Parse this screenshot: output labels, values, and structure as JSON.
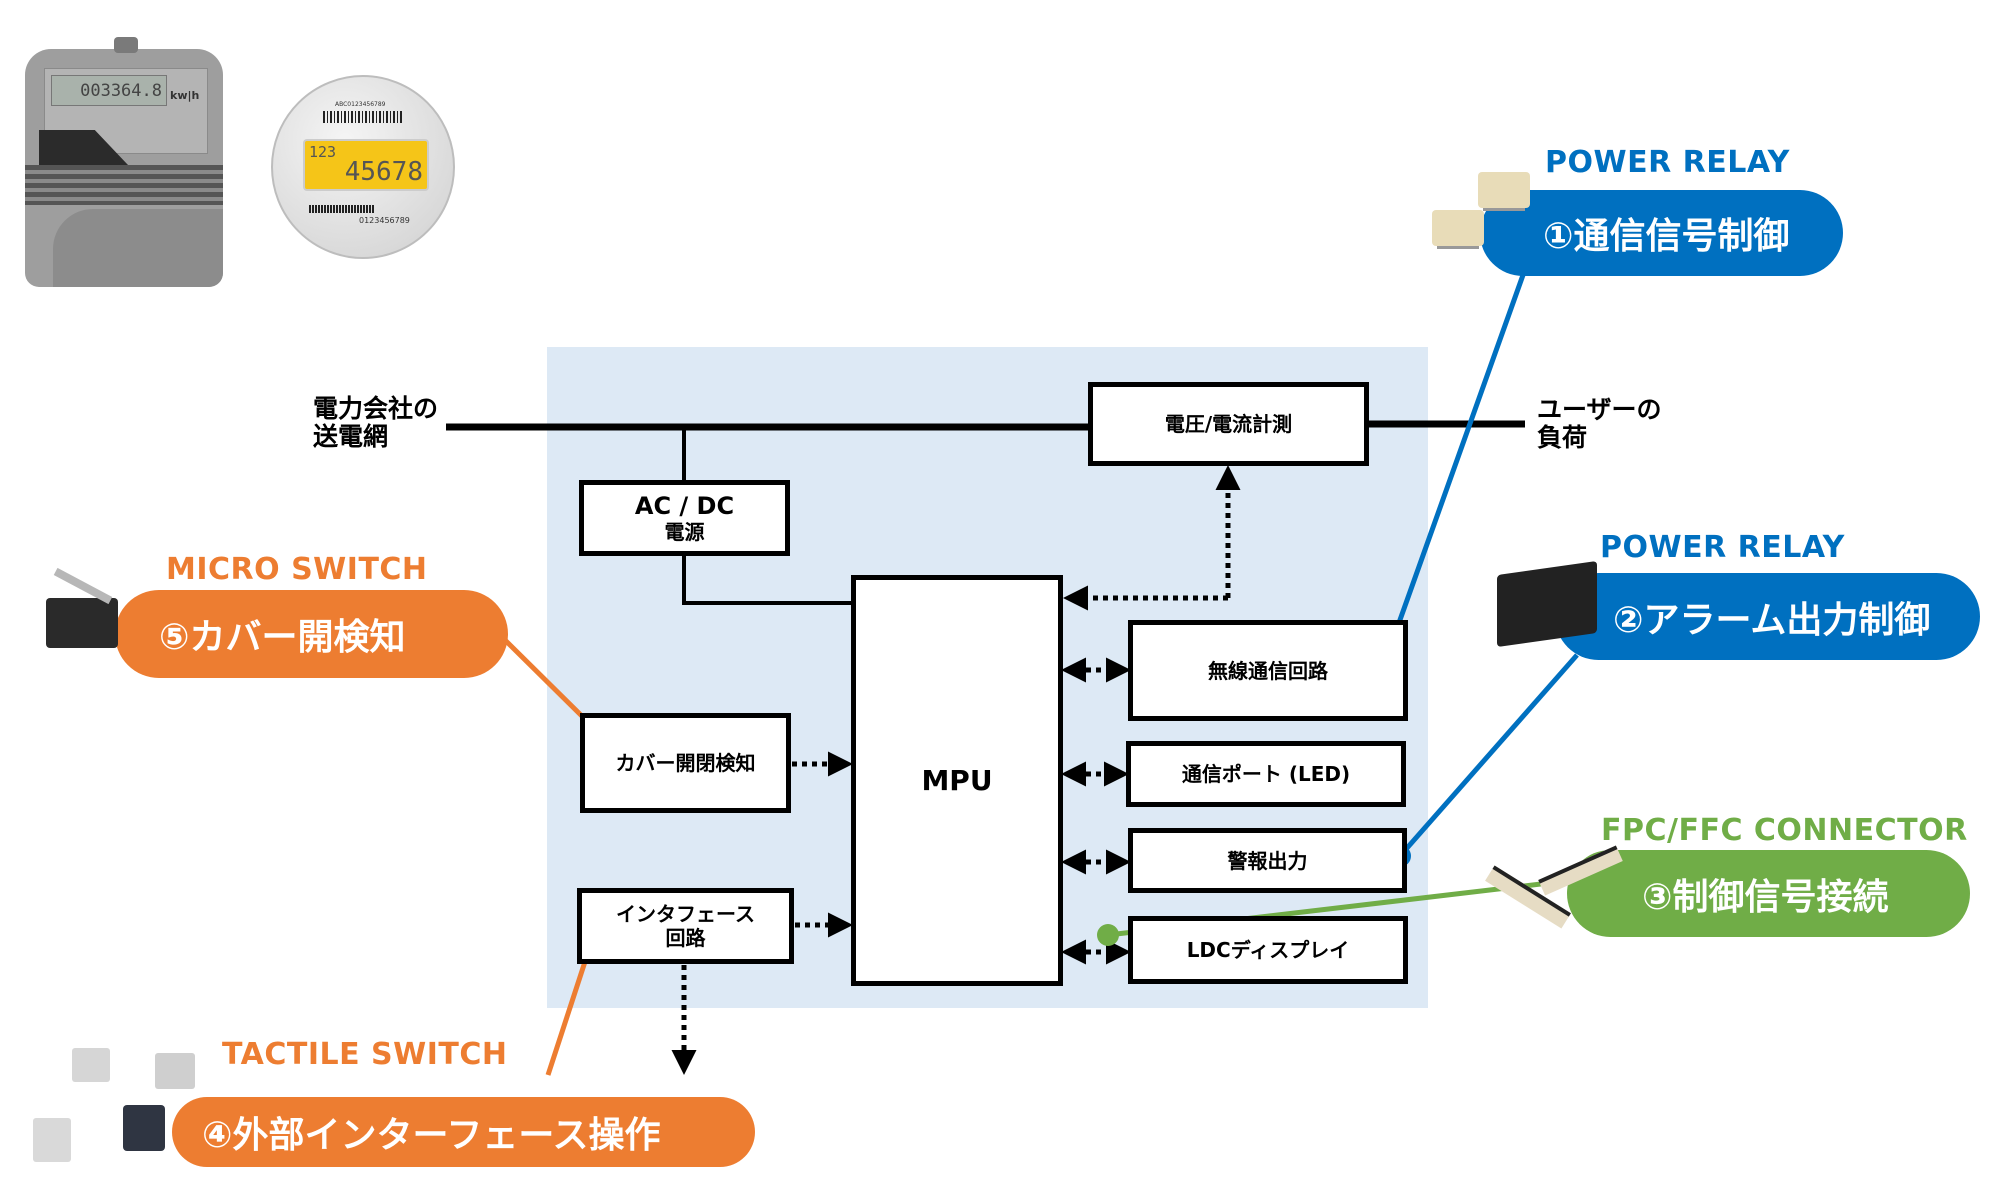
{
  "colors": {
    "blue": "#0070c0",
    "orange": "#ed7d31",
    "green": "#70ad47",
    "panel": "#dde9f5",
    "lcd_yellow": "#f5c518"
  },
  "meters": {
    "analog": {
      "reading": "003364.8",
      "unit": "kw|h"
    },
    "smart": {
      "top_code": "ABC0123456789",
      "line1": "123",
      "line2": "45678",
      "serial": "0123456789"
    }
  },
  "grid": {
    "source_label_line1": "電力会社の",
    "source_label_line2": "送電網",
    "load_label_line1": "ユーザーの",
    "load_label_line2": "負荷"
  },
  "blocks": {
    "acdc_line1": "AC / DC",
    "acdc_line2": "電源",
    "meter": "電圧/電流計測",
    "mpu": "MPU",
    "cover": "カバー開閉検知",
    "interface_line1": "インタフェース",
    "interface_line2": "回路",
    "wireless": "無線通信回路",
    "comm_port": "通信ポート (LED)",
    "alarm": "警報出力",
    "display": "LDCディスプレイ"
  },
  "callouts": [
    {
      "category": "POWER RELAY",
      "label": "①通信信号制御",
      "color": "blue",
      "target": "wireless"
    },
    {
      "category": "POWER RELAY",
      "label": "②アラーム出力制御",
      "color": "blue",
      "target": "alarm"
    },
    {
      "category": "FPC/FFC CONNECTOR",
      "label": "③制御信号接続",
      "color": "green",
      "target": "display"
    },
    {
      "category": "TACTILE SWITCH",
      "label": "④外部インターフェース操作",
      "color": "orange",
      "target": "interface"
    },
    {
      "category": "MICRO SWITCH",
      "label": "⑤カバー開検知",
      "color": "orange",
      "target": "cover"
    }
  ]
}
